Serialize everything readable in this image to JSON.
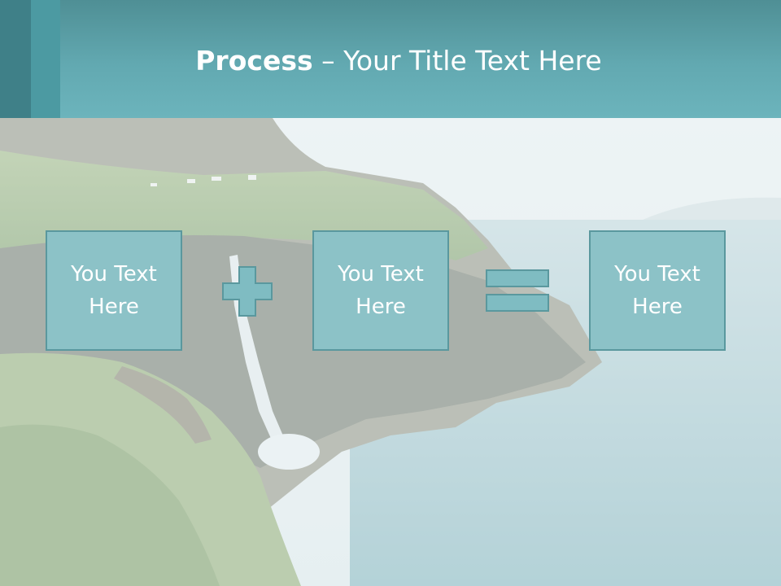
{
  "slide": {
    "title_bold": "Process",
    "title_rest": " – Your Title Text Here"
  },
  "process": {
    "boxes": [
      {
        "label": "You Text\nHere"
      },
      {
        "label": "You Text\nHere"
      },
      {
        "label": "You Text\nHere"
      }
    ],
    "operators": [
      "plus-icon",
      "equals-icon"
    ]
  },
  "colors": {
    "header": "#62a9b1",
    "header_strip_dark": "#3f8088",
    "box_fill": "#8cc2c7",
    "box_border": "#5a989e",
    "operator_fill": "#7fbcc2"
  },
  "background_image": "coastal-cliff-waterfall-photo"
}
